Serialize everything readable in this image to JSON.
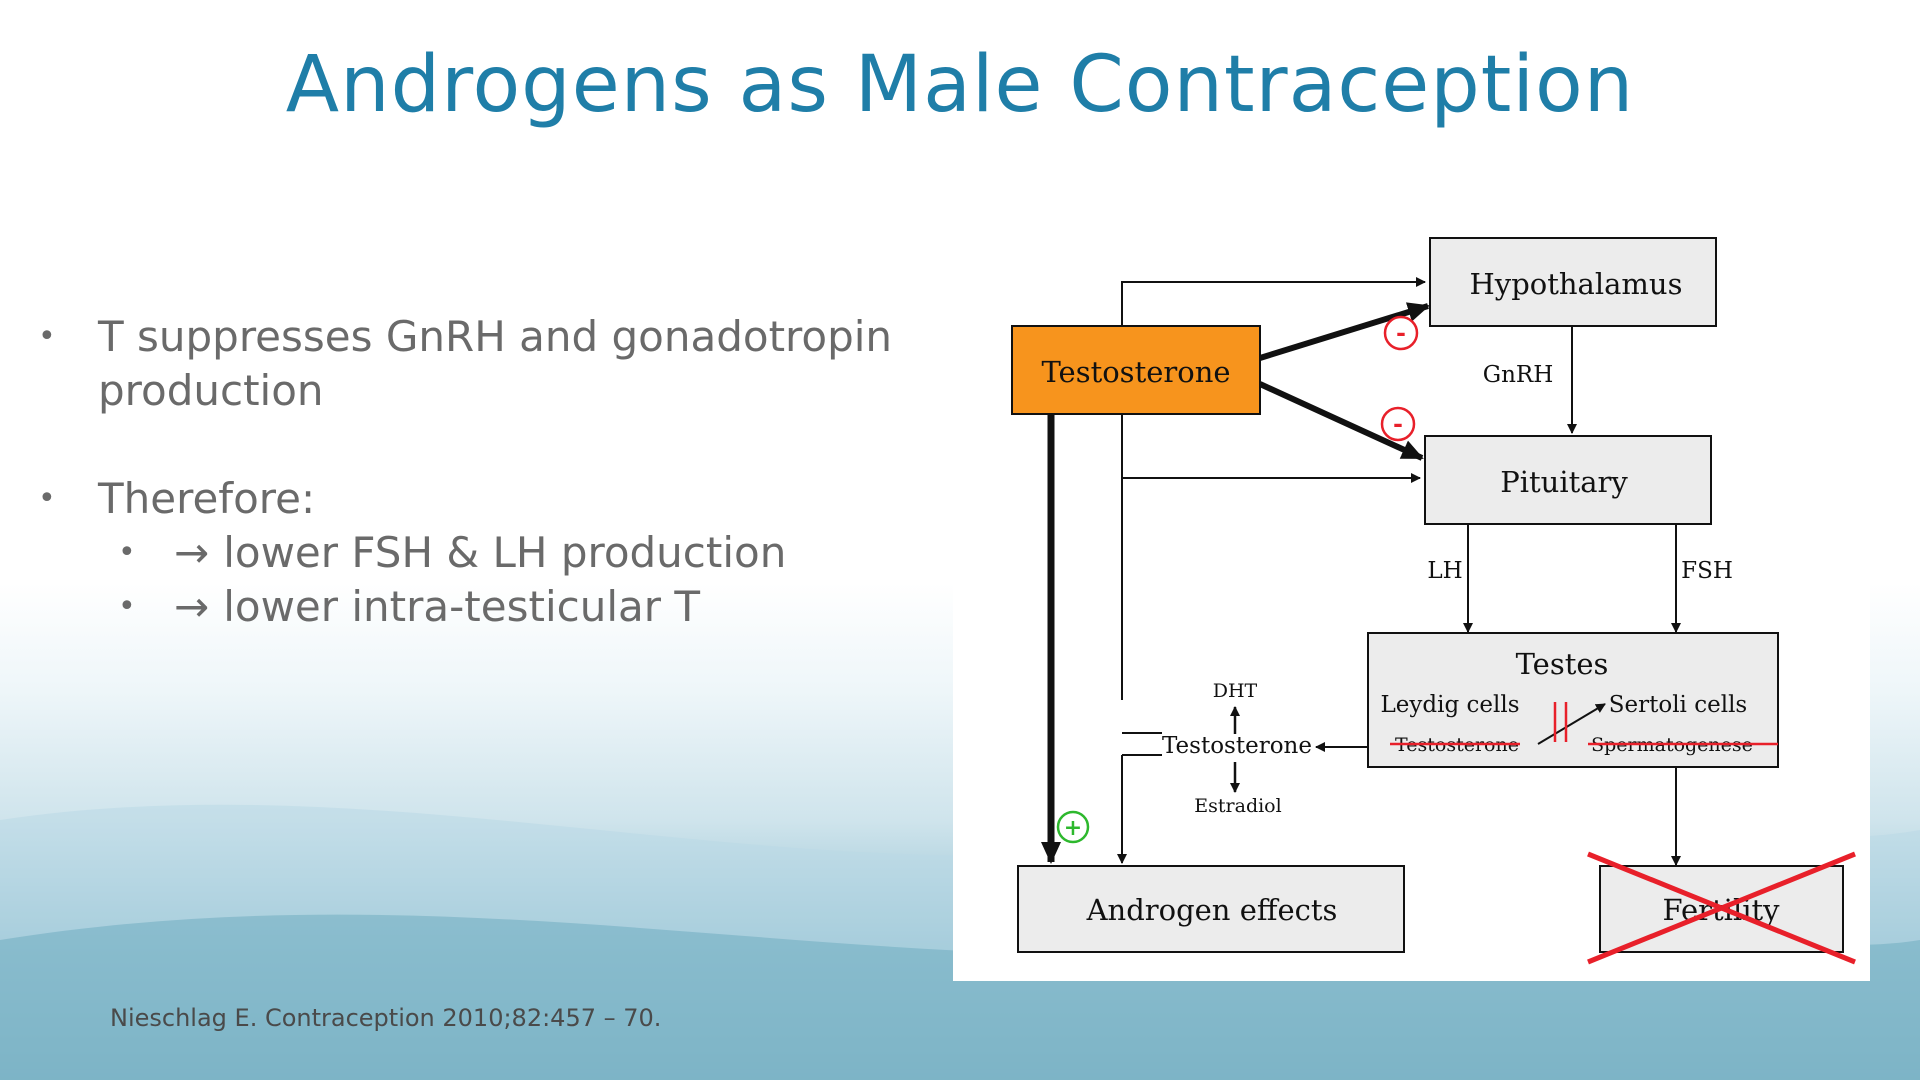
{
  "slide": {
    "title": "Androgens as Male Contraception",
    "bullets": [
      {
        "text": "T suppresses GnRH and gonadotropin production",
        "subitems": []
      },
      {
        "text": "Therefore:",
        "subitems": [
          {
            "text": "lower FSH & LH production"
          },
          {
            "text": "lower intra-testicular T"
          }
        ]
      }
    ],
    "bullet_glyph": "•",
    "sub_arrow_glyph": "→",
    "citation": "Nieschlag E. Contraception 2010;82:457 – 70."
  },
  "diagram": {
    "nodes": {
      "testosterone": "Testosterone",
      "hypothalamus": "Hypothalamus",
      "pituitary": "Pituitary",
      "testes": "Testes",
      "leydig": "Leydig  cells",
      "sertoli": "Sertoli cells",
      "testes_testosterone": "Testosterone",
      "spermatogenese": "Spermatogenese",
      "peripheral_testosterone": "Testosterone",
      "dht": "DHT",
      "estradiol": "Estradiol",
      "androgen_effects": "Androgen effects",
      "fertility": "Fertility"
    },
    "edge_labels": {
      "gnrh": "GnRH",
      "lh": "LH",
      "fsh": "FSH"
    },
    "markers": {
      "inhibit": "-",
      "stimulate": "+"
    },
    "colors": {
      "testosterone_fill": "#f7941d",
      "box_fill": "#ececec",
      "inhibit": "#e8202a",
      "stimulate": "#2db82d",
      "strike": "#e8202a",
      "title": "#1f7ea8",
      "bullet_text": "#6a6a6a"
    }
  }
}
